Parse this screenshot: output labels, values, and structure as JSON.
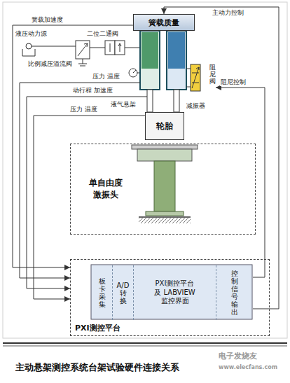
{
  "diagram": {
    "caption": "主动悬架测控系统台架试验硬件连接关系",
    "nodes": [
      {
        "text": [
          "簧载质量"
        ]
      },
      {
        "text": [
          "阻尼阀"
        ]
      },
      {
        "text": [
          "轮胎"
        ]
      },
      {
        "text": [
          "单自由度 激振头"
        ]
      },
      {
        "text": [
          "PXI测控平台"
        ]
      },
      {
        "text": [
          "板卡采集"
        ],
        "in": 4
      },
      {
        "text": [
          "A/D转换"
        ],
        "in": 4
      },
      {
        "text": [
          "PXI测控平台 及 LABVIEW 监控界面"
        ],
        "in": 4
      },
      {
        "text": [
          "控制信号输出"
        ],
        "in": 4
      }
    ],
    "edges": [
      {
        "from": 0,
        "to": 4,
        "arrow": "to",
        "label": "簧载加速度"
      },
      {
        "from": 8,
        "to": 0,
        "arrow": "to",
        "label": "主动力控制"
      },
      {
        "from": 8,
        "to": 1,
        "arrow": "to",
        "label": "阻尼控制"
      }
    ],
    "labels": [
      "液压动力源",
      "二位二通阀",
      "比例减压溢流阀",
      "压力 温度",
      "动行程 加速度",
      "液气悬架",
      "减振器",
      "压力 温度",
      "电子发烧友",
      "www.elecfans.com"
    ]
  }
}
